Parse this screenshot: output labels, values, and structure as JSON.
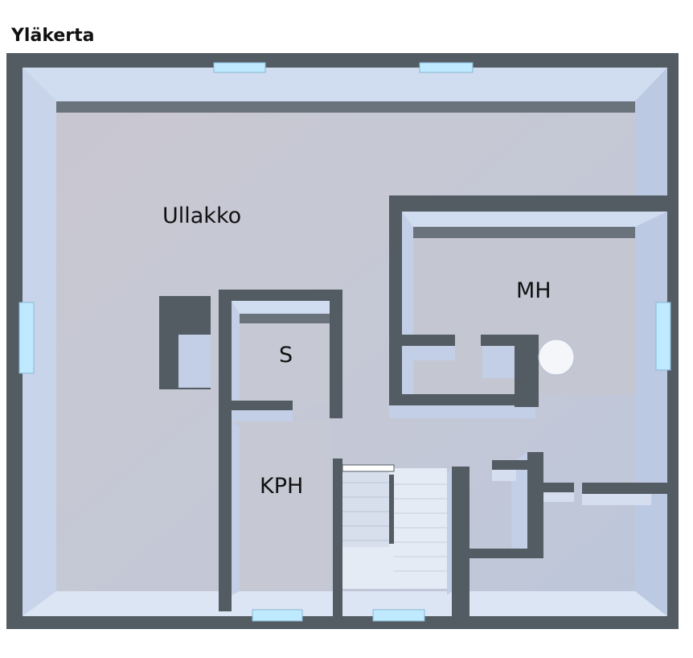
{
  "plan": {
    "title": "Yläkerta"
  },
  "rooms": {
    "attic": "Ullakko",
    "bedroom": "MH",
    "storage": "S",
    "bathroom": "KPH"
  },
  "colors": {
    "wall_top": "#535b63",
    "wall_inner": "#c3d0e6",
    "floor": "#c8cad6",
    "window": "#bfe9ff",
    "stair": "#e4ebf5"
  }
}
